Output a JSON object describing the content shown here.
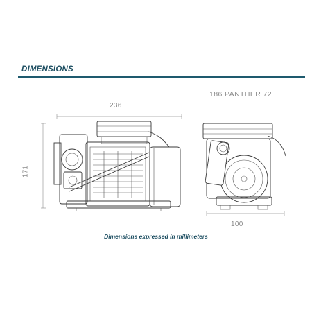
{
  "section": {
    "title": "DIMENSIONS",
    "accent_color": "#1e5a6e"
  },
  "model": {
    "name": "186 PANTHER 72"
  },
  "dimensions": {
    "width": "236",
    "height": "171",
    "depth": "100",
    "caption": "Dimensions expressed in millimeters"
  },
  "colors": {
    "title": "#1e4f62",
    "caption": "#1e4f62",
    "line": "#3a3a3a",
    "dimension": "#9a9a9a"
  }
}
